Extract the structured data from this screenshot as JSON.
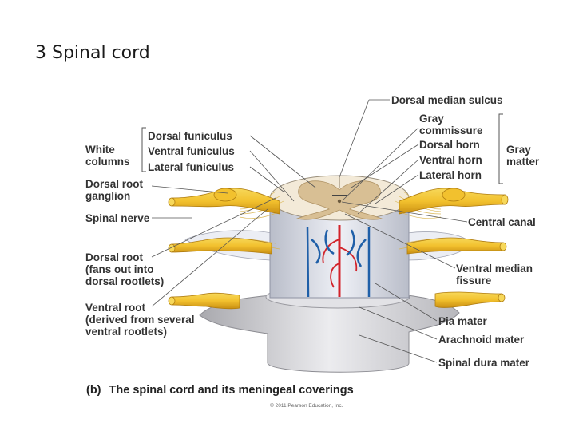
{
  "slide": {
    "title": "3 Spinal cord"
  },
  "labels": {
    "white_columns": "White\ncolumns",
    "dorsal_funiculus": "Dorsal funiculus",
    "ventral_funiculus": "Ventral funiculus",
    "lateral_funiculus": "Lateral funiculus",
    "dorsal_root_ganglion": "Dorsal root\nganglion",
    "spinal_nerve": "Spinal nerve",
    "dorsal_root": "Dorsal root\n(fans out into\ndorsal rootlets)",
    "ventral_root": "Ventral root\n(derived from several\nventral rootlets)",
    "dorsal_median_sulcus": "Dorsal median sulcus",
    "gray_commissure": "Gray\ncommissure",
    "dorsal_horn": "Dorsal horn",
    "ventral_horn": "Ventral horn",
    "lateral_horn": "Lateral horn",
    "gray_matter": "Gray\nmatter",
    "central_canal": "Central canal",
    "ventral_median_fissure": "Ventral median\nfissure",
    "pia_mater": "Pia mater",
    "arachnoid_mater": "Arachnoid mater",
    "spinal_dura_mater": "Spinal dura mater"
  },
  "caption": {
    "figure": "(b)",
    "text": "The spinal cord and its meningeal coverings"
  },
  "copyright": "© 2011 Pearson Education, Inc.",
  "colors": {
    "nerve_yellow": "#f2c12e",
    "dura_gray": "#d4d4d8",
    "gray_matter_tan": "#d8bf94",
    "white_matter": "#f3ead8",
    "artery_red": "#d2232a",
    "vein_blue": "#1f5fa8",
    "leader_line": "#555555"
  }
}
